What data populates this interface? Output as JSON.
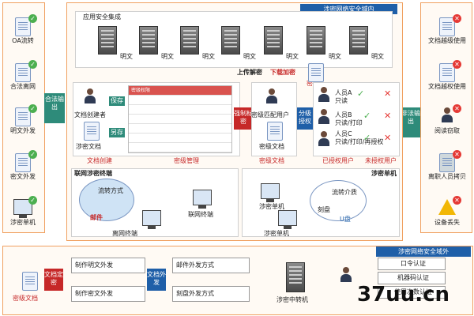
{
  "left_sidebar": {
    "items": [
      {
        "label": "OA流转",
        "icon": "oa-icon",
        "status": "check"
      },
      {
        "label": "合法离网",
        "icon": "network-icon",
        "status": "check"
      },
      {
        "label": "明文外发",
        "icon": "document-icon",
        "status": "check"
      },
      {
        "label": "密文外发",
        "icon": "folder-icon",
        "status": "check"
      },
      {
        "label": "涉密单机",
        "icon": "computer-icon",
        "status": "check"
      }
    ],
    "arrow_label": "合法输出"
  },
  "right_sidebar": {
    "items": [
      {
        "label": "文档越级使用",
        "icon": "document-icon",
        "status": "cross"
      },
      {
        "label": "文档越权使用",
        "icon": "document-icon",
        "status": "cross"
      },
      {
        "label": "阅读窃取",
        "icon": "reading-icon",
        "status": "cross"
      },
      {
        "label": "离职人员拷贝",
        "icon": "usb-icon",
        "status": "cross"
      },
      {
        "label": "设备丢失",
        "icon": "warning-icon",
        "status": "cross"
      }
    ],
    "arrow_label": "非法输出"
  },
  "main": {
    "top_right_title": "涉密网络安全域内",
    "app_integration_title": "应用安全集成",
    "server_label": "明文",
    "upload_label": "上传解密",
    "download_label": "下载加密",
    "ciphertext_label": "密文",
    "doc_creator": "文档创建者",
    "save_label": "保存",
    "another_label": "另存",
    "secret_doc": "涉密文档",
    "table_title": "密级权限",
    "doc_create_caption": "文档创建",
    "level_mgmt_caption": "密级管理",
    "force_mark": "强制标密",
    "match_user": "密级匹配用户",
    "level_doc": "密级文档",
    "secret_doc_caption": "密级文档",
    "grade_auth": "分级授权",
    "users": [
      {
        "label": "人员A",
        "sub": "只读",
        "marks": [
          "check",
          "cross"
        ]
      },
      {
        "label": "人员B",
        "sub": "只读/打印",
        "marks": [
          "check",
          "cross"
        ]
      },
      {
        "label": "人员C",
        "sub": "只读/打印/再授权",
        "marks": [
          "check",
          "cross"
        ]
      }
    ],
    "authorized_caption": "已授权用户",
    "unauthorized_caption": "未授权用户",
    "network_title": "联网涉密终端",
    "flow_method": "流转方式",
    "mail_label": "邮件",
    "online_terminal": "联网终端",
    "offline_terminal": "离网终端",
    "standalone_title": "涉密单机",
    "standalone_label": "涉密单机",
    "standalone_label2": "涉密单机",
    "flow_media": "流转介质",
    "burn_label": "刻盘",
    "usb_label": "U盘"
  },
  "bottom": {
    "right_title": "涉密网络安全域外",
    "secret_doc": "密级文档",
    "arrow1": "文档定密",
    "make_plain": "制作明文外发",
    "make_cipher": "制作密文外发",
    "arrow2": "文档外发",
    "mail_send": "邮件外发方式",
    "burn_send": "刻盘外发方式",
    "relay": "涉密中转机",
    "pwd_auth": "口令认证",
    "machine_auth": "机器码认证",
    "count_auth": "使用次数认证"
  },
  "watermark": "37uu.cn",
  "colors": {
    "accent_orange": "#f0a060",
    "teal": "#2e8b7a",
    "red": "#c62828",
    "blue": "#1f5fa8"
  }
}
